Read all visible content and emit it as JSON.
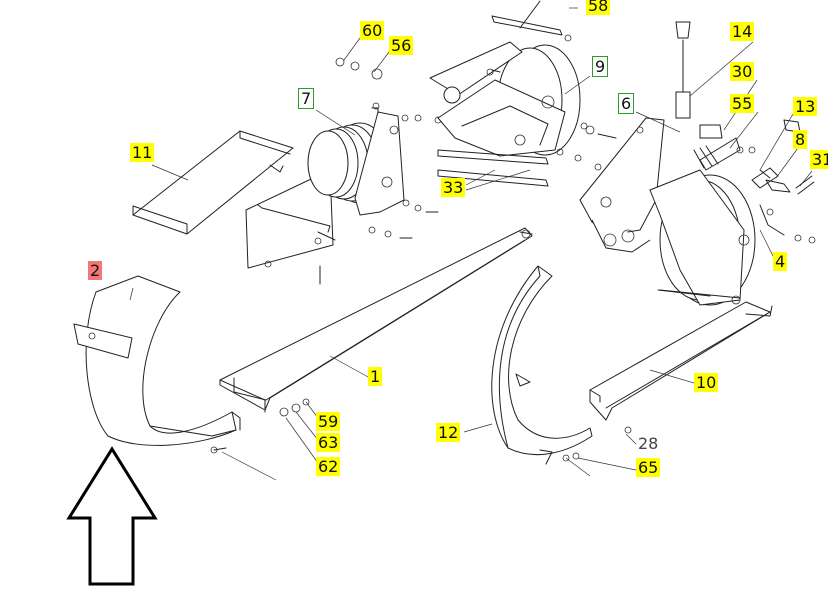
{
  "diagram": {
    "callouts": [
      {
        "id": "c58",
        "label": "58",
        "style": "yellow"
      },
      {
        "id": "c60",
        "label": "60",
        "style": "yellow"
      },
      {
        "id": "c56",
        "label": "56",
        "style": "yellow"
      },
      {
        "id": "c9",
        "label": "9",
        "style": "green"
      },
      {
        "id": "c14",
        "label": "14",
        "style": "yellow"
      },
      {
        "id": "c7",
        "label": "7",
        "style": "green"
      },
      {
        "id": "c30",
        "label": "30",
        "style": "yellow"
      },
      {
        "id": "c6",
        "label": "6",
        "style": "green"
      },
      {
        "id": "c55",
        "label": "55",
        "style": "yellow"
      },
      {
        "id": "c13",
        "label": "13",
        "style": "yellow"
      },
      {
        "id": "c11",
        "label": "11",
        "style": "yellow"
      },
      {
        "id": "c8",
        "label": "8",
        "style": "yellow"
      },
      {
        "id": "c31",
        "label": "31",
        "style": "yellow"
      },
      {
        "id": "c33",
        "label": "33",
        "style": "yellow"
      },
      {
        "id": "c4",
        "label": "4",
        "style": "yellow"
      },
      {
        "id": "c2",
        "label": "2",
        "style": "red"
      },
      {
        "id": "c1",
        "label": "1",
        "style": "yellow"
      },
      {
        "id": "c10",
        "label": "10",
        "style": "yellow"
      },
      {
        "id": "c59",
        "label": "59",
        "style": "yellow"
      },
      {
        "id": "c63",
        "label": "63",
        "style": "yellow"
      },
      {
        "id": "c12",
        "label": "12",
        "style": "yellow"
      },
      {
        "id": "c28",
        "label": "28",
        "style": "plain"
      },
      {
        "id": "c62",
        "label": "62",
        "style": "yellow"
      },
      {
        "id": "c65",
        "label": "65",
        "style": "yellow"
      }
    ],
    "colors": {
      "highlight": "#ffff00",
      "selected": "#f07878",
      "subassembly_border": "#2a9d2a",
      "line": "#222222"
    },
    "pointer": "up-arrow-icon"
  }
}
